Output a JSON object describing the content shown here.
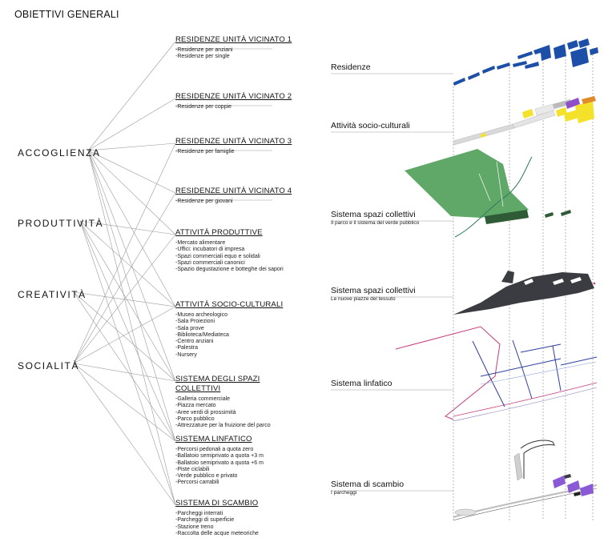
{
  "title": "OBIETTIVI GENERALI",
  "categories": [
    "ACCOGLIENZA",
    "PRODUTTIVITÀ",
    "CREATIVITÀ",
    "SOCIALITÀ"
  ],
  "goals": [
    {
      "title": "RESIDENZE UNITÀ VICINATO 1",
      "items": [
        "-Residenze per anziani",
        "-Residenze per single"
      ]
    },
    {
      "title": "RESIDENZE UNITÀ VICINATO 2",
      "items": [
        "-Residenze per coppie"
      ]
    },
    {
      "title": "RESIDENZE UNITÀ VICINATO 3",
      "items": [
        "-Residenze per famiglie"
      ]
    },
    {
      "title": "RESIDENZE UNITÀ VICINATO 4",
      "items": [
        "-Residenze per giovani"
      ]
    },
    {
      "title": "ATTIVITÀ PRODUTTIVE",
      "items": [
        "-Mercato alimentare",
        "-Uffici: incubatori di impresa",
        "-Spazi commerciali equo e solidali",
        "-Spazi commerciali canonici",
        "-Spazio degustazione e botteghe dei sapori"
      ]
    },
    {
      "title": "ATTIVITÀ SOCIO-CULTURALI",
      "items": [
        "-Museo archeologico",
        "-Sala Proiezioni",
        "-Sala prove",
        "-Biblioteca/Mediateca",
        "-Centro anziani",
        "-Palestra",
        "-Nursery"
      ]
    },
    {
      "title": "SISTEMA DEGLI SPAZI COLLETTIVI",
      "items": [
        "-Galleria commerciale",
        "-Piazza mercato",
        "-Aree verdi di prossimità",
        "-Parco pubblico",
        "-Attrezzature per la fruizione del parco"
      ]
    },
    {
      "title": "SISTEMA LINFATICO",
      "items": [
        "-Percorsi pedonali a quota zero",
        "-Ballatoio semiprivato a quota +3 m",
        "-Ballatoio semiprivato a quota +6 m",
        "-Piste ciclabili",
        "-Verde pubblico e privato",
        "-Percorsi carrabili"
      ]
    },
    {
      "title": "SISTEMA DI SCAMBIO",
      "items": [
        "-Parcheggi interrati",
        "-Parcheggi di superficie",
        "-Stazione treno",
        "-Raccolta delle acque meteoriche"
      ]
    }
  ],
  "layers": [
    {
      "title": "Residenze",
      "subtitle": ""
    },
    {
      "title": "Attività socio-culturali",
      "subtitle": ""
    },
    {
      "title": "Sistema spazi collettivi",
      "subtitle": "Il parco e il sistema del verde pubblico"
    },
    {
      "title": "Sistema spazi collettivi",
      "subtitle": "Le nuove piazze del tessuto"
    },
    {
      "title": "Sistema linfatico",
      "subtitle": ""
    },
    {
      "title": "Sistema di scambio",
      "subtitle": "I parcheggi"
    }
  ],
  "colors": {
    "residential": "#1e4fa8",
    "cultural": "#f4e22a",
    "cultural_accent": "#8e4fc9",
    "green": "#5fa868",
    "plaza": "#3b3b42",
    "lymph_pink": "#c53b7f",
    "lymph_blue": "#2e3f9e",
    "exchange": "#8a5ad6",
    "line": "#9a9a9a"
  },
  "icons": {
    "connector": "line-icon"
  }
}
